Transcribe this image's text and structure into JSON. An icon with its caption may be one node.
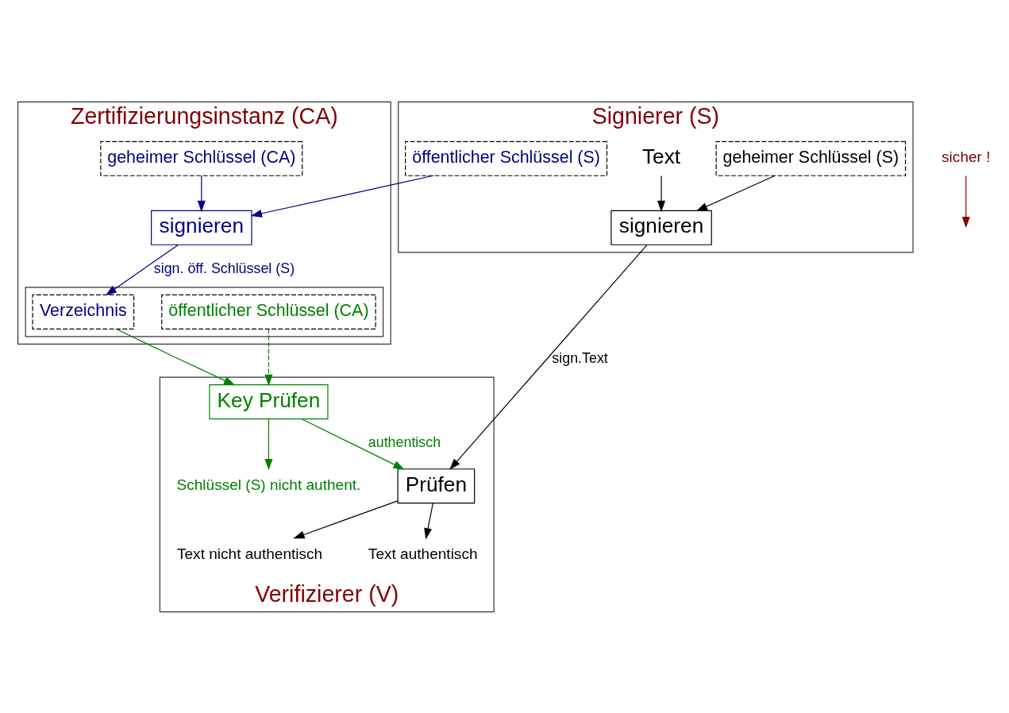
{
  "diagram": {
    "nodes": [
      {
        "text": [
          "Zertifizierungsinstanz (CA)"
        ]
      },
      {
        "text": [
          "geheimer Schlüssel (CA)"
        ],
        "in": 0
      },
      {
        "text": [
          "signieren"
        ],
        "in": 0
      },
      {
        "text": [],
        "shape": "box",
        "in": 0
      },
      {
        "text": [
          "Verzeichnis"
        ],
        "in": 3
      },
      {
        "text": [
          "öffentlicher Schlüssel (CA)"
        ],
        "in": 3
      },
      {
        "text": [
          "Signierer (S)"
        ]
      },
      {
        "text": [
          "öffentlicher Schlüssel (S)"
        ],
        "in": 6
      },
      {
        "text": [
          "geheimer Schlüssel (S)"
        ],
        "in": 6
      },
      {
        "text": [
          "Text"
        ],
        "in": 6
      },
      {
        "text": [
          "signieren"
        ],
        "in": 6
      },
      {
        "text": [
          "Verifizierer (V)"
        ]
      },
      {
        "text": [
          "Key Prüfen"
        ],
        "in": 11
      },
      {
        "text": [
          "Schlüssel (S) nicht authent."
        ],
        "in": 11
      },
      {
        "text": [
          "Prüfen"
        ],
        "in": 11
      },
      {
        "text": [
          "Text nicht authentisch"
        ],
        "in": 11
      },
      {
        "text": [
          "Text authentisch"
        ],
        "in": 11
      },
      {
        "text": [
          "sicher !"
        ]
      }
    ],
    "edges": [
      {
        "from": 1,
        "to": 2,
        "arrow": "to",
        "color": "#000080"
      },
      {
        "from": 2,
        "to": 4,
        "arrow": "to",
        "label": "sign. öff. Schlüssel (S)",
        "color": "#000080"
      },
      {
        "from": 7,
        "to": 2,
        "arrow": "to",
        "color": "#000080"
      },
      {
        "from": 4,
        "to": 12,
        "arrow": "to",
        "color": "#008000"
      },
      {
        "from": 5,
        "to": 12,
        "arrow": "to",
        "style": "dashed",
        "color": "#008000"
      },
      {
        "from": 8,
        "to": 10,
        "arrow": "to"
      },
      {
        "from": 9,
        "to": 10,
        "arrow": "to"
      },
      {
        "from": 10,
        "to": 14,
        "arrow": "to",
        "label": "sign.Text"
      },
      {
        "from": 12,
        "to": 13,
        "arrow": "to",
        "color": "#008000"
      },
      {
        "from": 12,
        "to": 14,
        "arrow": "to",
        "label": "authentisch",
        "color": "#008000"
      },
      {
        "from": 14,
        "to": 15,
        "arrow": "to"
      },
      {
        "from": 14,
        "to": 16,
        "arrow": "to"
      },
      {
        "from": 17,
        "to": null,
        "arrow": "to",
        "color": "#800000"
      }
    ]
  }
}
